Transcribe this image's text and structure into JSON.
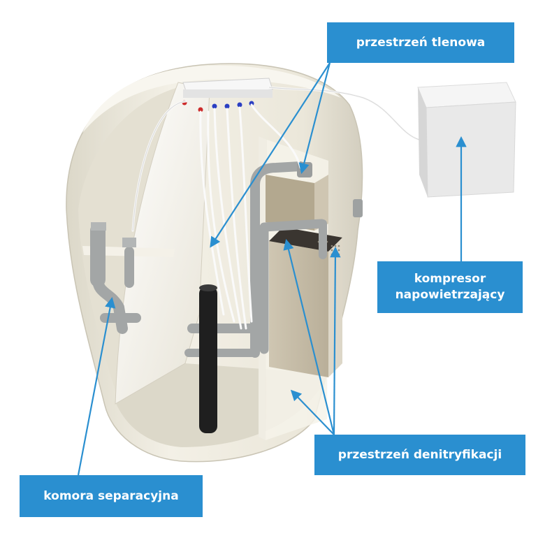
{
  "labels": {
    "tlenowa": "przestrzeń tlenowa",
    "kompresor": "kompresor\nnapowietrzający",
    "denitryfikacji": "przestrzeń denitryfikacji",
    "separacyjna": "komora separacyjna"
  },
  "colors": {
    "label_bg": "#2a8fd0",
    "arrow": "#2a8fd0",
    "tank": "#ede9dc",
    "pipe": "#a3a6a6",
    "compressor": "#ececec"
  },
  "icons": {
    "tank": "septic-tank-cutaway",
    "compressor": "compressor-box"
  }
}
